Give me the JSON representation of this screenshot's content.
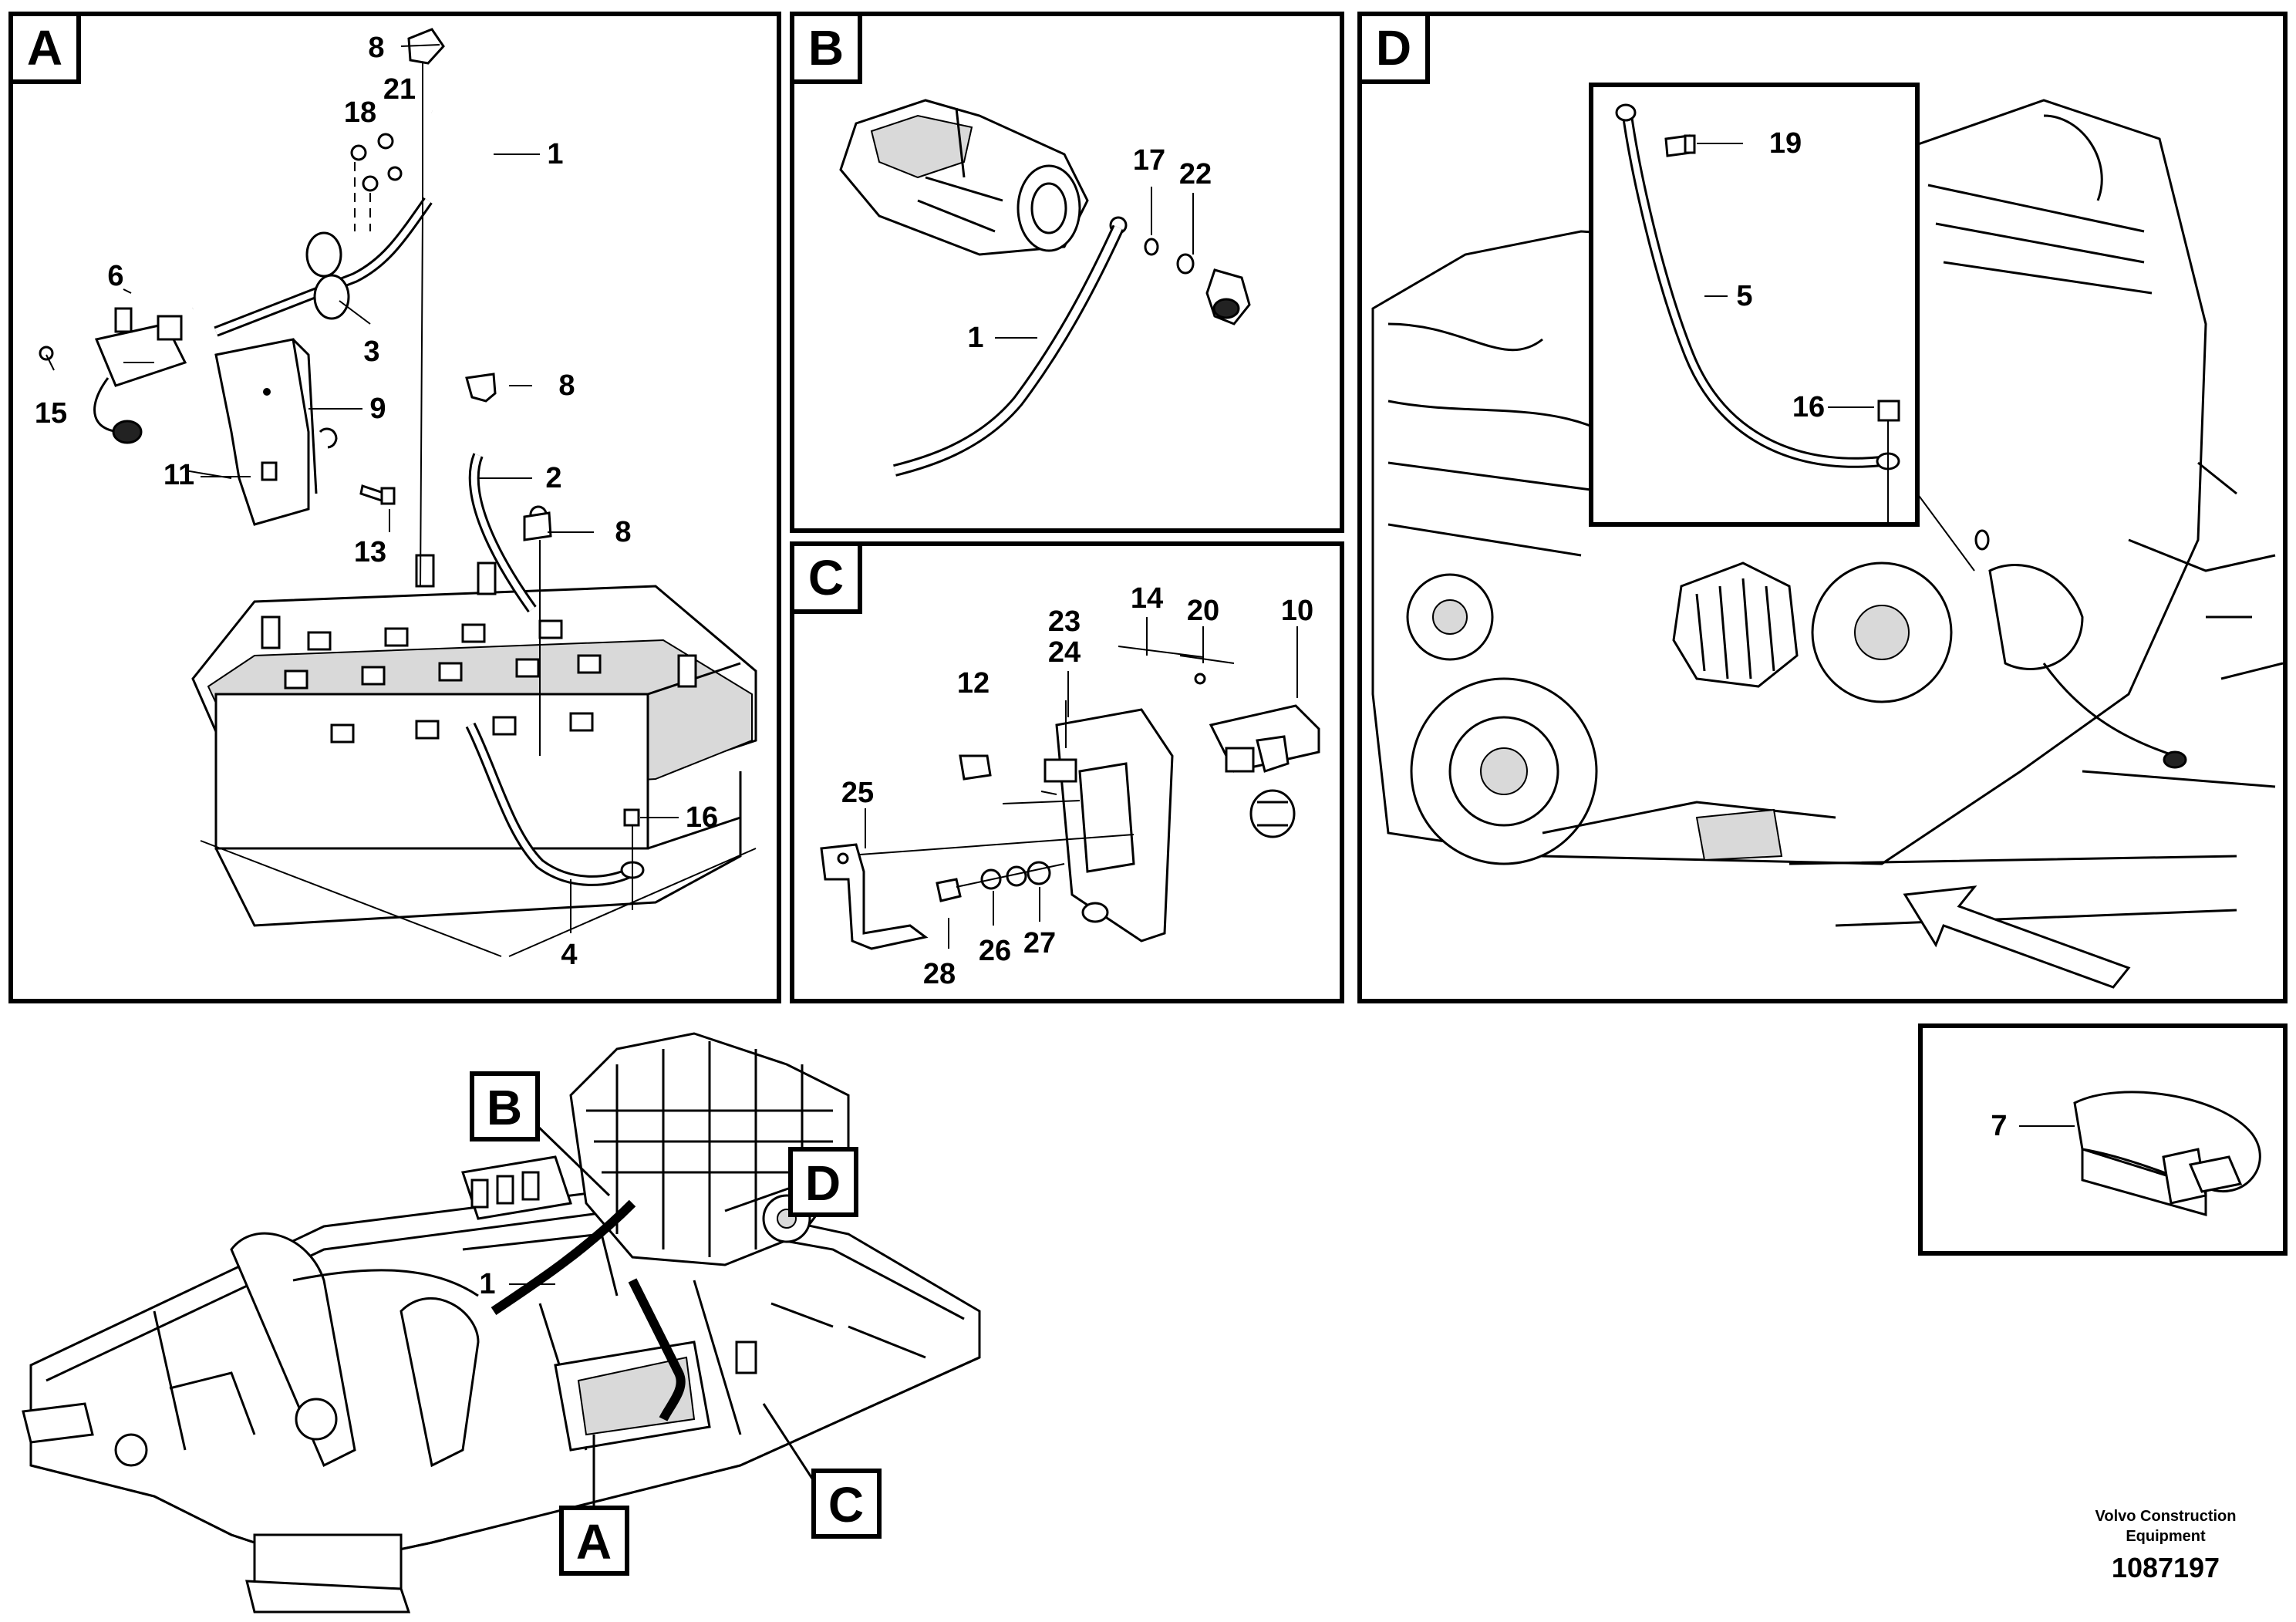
{
  "panels": {
    "A": {
      "letter": "A",
      "labels": [
        "8",
        "21",
        "18",
        "1",
        "6",
        "3",
        "9",
        "15",
        "8",
        "11",
        "2",
        "13",
        "8",
        "16",
        "4"
      ]
    },
    "B": {
      "letter": "B",
      "labels": [
        "17",
        "22",
        "1"
      ]
    },
    "C": {
      "letter": "C",
      "labels": [
        "14",
        "23",
        "24",
        "20",
        "10",
        "12",
        "25",
        "28",
        "26",
        "27"
      ]
    },
    "D": {
      "letter": "D",
      "labels": [
        "19",
        "5",
        "16"
      ]
    },
    "clip": {
      "labels": [
        "7"
      ]
    }
  },
  "overview": {
    "callouts": [
      "B",
      "D",
      "1",
      "C",
      "A"
    ]
  },
  "footer": {
    "company_line1": "Volvo Construction",
    "company_line2": "Equipment",
    "drawing_number": "1087197"
  }
}
